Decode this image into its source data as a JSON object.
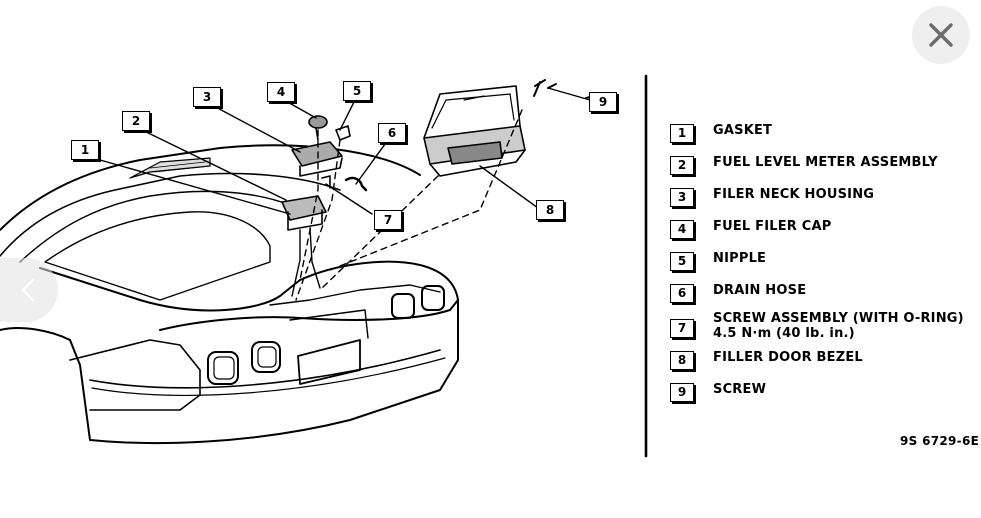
{
  "legend": [
    {
      "num": "1",
      "label": "GASKET"
    },
    {
      "num": "2",
      "label": "FUEL LEVEL METER ASSEMBLY"
    },
    {
      "num": "3",
      "label": "FILER NECK HOUSING"
    },
    {
      "num": "4",
      "label": "FUEL FILER CAP"
    },
    {
      "num": "5",
      "label": "NIPPLE"
    },
    {
      "num": "6",
      "label": "DRAIN HOSE"
    },
    {
      "num": "7",
      "label": "SCREW ASSEMBLY (WITH O-RING)",
      "sublabel": "4.5 N·m (40 lb. in.)"
    },
    {
      "num": "8",
      "label": "FILLER DOOR BEZEL"
    },
    {
      "num": "9",
      "label": "SCREW"
    }
  ],
  "callouts": [
    "1",
    "2",
    "3",
    "4",
    "5",
    "6",
    "7",
    "8",
    "9"
  ],
  "figure_code": "9S 6729-6E",
  "icons": {
    "close": "close-icon",
    "previous": "chevron-left-icon"
  }
}
